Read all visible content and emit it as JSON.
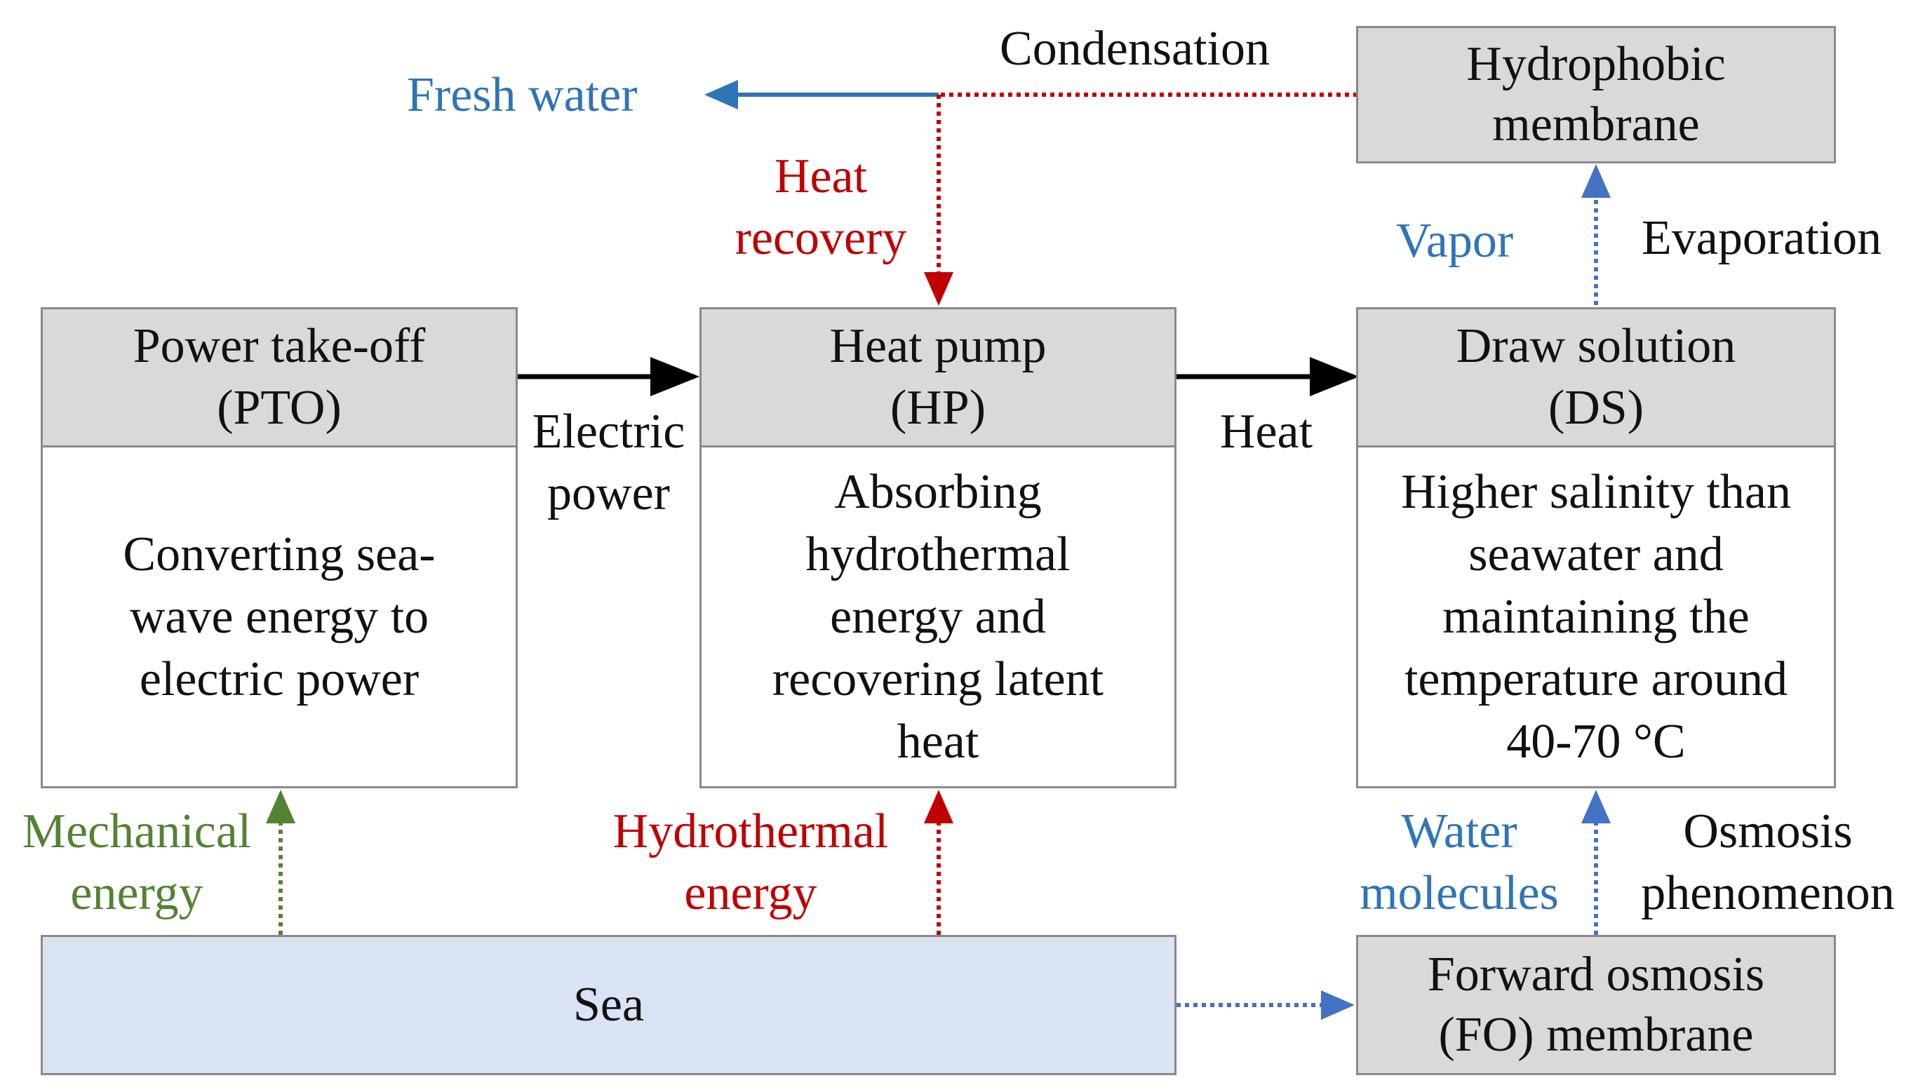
{
  "colors": {
    "box_fill": "#d9d9d9",
    "box_border": "#8a8a8a",
    "sea_fill": "#dae3f3",
    "arrow_black": "#000000",
    "arrow_blue": "#2e75b6",
    "arrow_red": "#c00000",
    "arrow_green": "#548235",
    "text_blue": "#2e75b6",
    "text_red": "#c00000",
    "text_green": "#548235"
  },
  "boxes": {
    "pto": {
      "title": [
        "Power take-off",
        "(PTO)"
      ],
      "body": [
        "Converting sea-",
        "wave energy to",
        "electric power"
      ]
    },
    "hp": {
      "title": [
        "Heat pump",
        "(HP)"
      ],
      "body": [
        "Absorbing",
        "hydrothermal",
        "energy and",
        "recovering latent",
        "heat"
      ]
    },
    "ds": {
      "title": [
        "Draw solution",
        "(DS)"
      ],
      "body": [
        "Higher salinity than",
        "seawater and",
        "maintaining the",
        "temperature around",
        "40-70 °C"
      ]
    },
    "hydrophobic": {
      "lines": [
        "Hydrophobic",
        "membrane"
      ]
    },
    "fo": {
      "lines": [
        "Forward osmosis",
        "(FO) membrane"
      ]
    },
    "sea": {
      "label": "Sea"
    }
  },
  "labels": {
    "fresh_water": "Fresh water",
    "condensation": "Condensation",
    "heat_recovery": [
      "Heat",
      "recovery"
    ],
    "vapor": "Vapor",
    "evaporation": "Evaporation",
    "electric_power": [
      "Electric",
      "power"
    ],
    "heat": "Heat",
    "mechanical_energy": [
      "Mechanical",
      "energy"
    ],
    "hydrothermal_energy": [
      "Hydrothermal",
      "energy"
    ],
    "water_molecules": [
      "Water",
      "molecules"
    ],
    "osmosis_phenomenon": [
      "Osmosis",
      "phenomenon"
    ]
  }
}
